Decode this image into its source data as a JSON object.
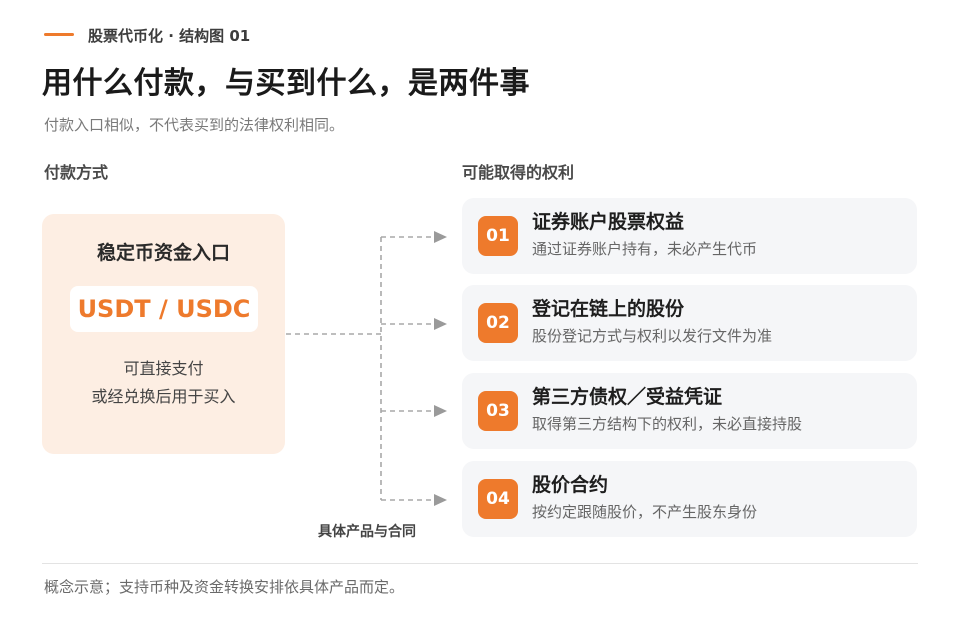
{
  "header": {
    "eyebrow": "股票代币化 · 结构图 01",
    "title": "用什么付款，与买到什么，是两件事",
    "subtitle": "付款入口相似，不代表买到的法律权利相同。"
  },
  "payment": {
    "section_label": "付款方式",
    "card_title": "稳定币资金入口",
    "tag": "USDT / USDC",
    "desc_line1": "可直接支付",
    "desc_line2": "或经兑换后用于买入"
  },
  "connector_label": "具体产品与合同",
  "rights": {
    "section_label": "可能取得的权利",
    "items": [
      {
        "num": "01",
        "title": "证券账户股票权益",
        "desc": "通过证券账户持有，未必产生代币"
      },
      {
        "num": "02",
        "title": "登记在链上的股份",
        "desc": "股份登记方式与权利以发行文件为准"
      },
      {
        "num": "03",
        "title": "第三方债权／受益凭证",
        "desc": "取得第三方结构下的权利，未必直接持股"
      },
      {
        "num": "04",
        "title": "股价合约",
        "desc": "按约定跟随股价，不产生股东身份"
      }
    ]
  },
  "footnote": "概念示意；支持币种及资金转换安排依具体产品而定。",
  "colors": {
    "accent": "#ee7a2c",
    "payment_card_bg": "#fdeee3",
    "rights_card_bg": "#f5f6f8",
    "connector": "#a8a8a8"
  }
}
